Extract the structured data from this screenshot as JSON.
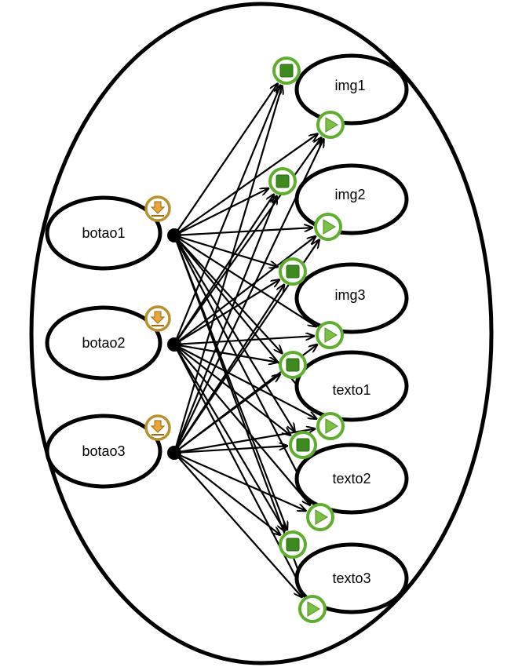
{
  "diagram": {
    "sources": [
      {
        "id": "botao1",
        "label": "botao1",
        "badge": "download-icon"
      },
      {
        "id": "botao2",
        "label": "botao2",
        "badge": "download-icon"
      },
      {
        "id": "botao3",
        "label": "botao3",
        "badge": "download-icon"
      }
    ],
    "targets": [
      {
        "id": "img1",
        "label": "img1",
        "stop_icon": "stop-icon",
        "play_icon": "play-icon"
      },
      {
        "id": "img2",
        "label": "img2",
        "stop_icon": "stop-icon",
        "play_icon": "play-icon"
      },
      {
        "id": "img3",
        "label": "img3",
        "stop_icon": "stop-icon",
        "play_icon": "play-icon"
      },
      {
        "id": "texto1",
        "label": "texto1",
        "stop_icon": "stop-icon",
        "play_icon": "play-icon"
      },
      {
        "id": "texto2",
        "label": "texto2",
        "stop_icon": "stop-icon",
        "play_icon": "play-icon"
      },
      {
        "id": "texto3",
        "label": "texto3",
        "stop_icon": "stop-icon",
        "play_icon": "play-icon"
      }
    ],
    "edge_rule": "every source connects to the stop and play ports of every target",
    "colors": {
      "stroke": "#000000",
      "badge_ring": "#b8902e",
      "badge_fill": "#e9a63a",
      "port_ring": "#5fae2e",
      "stop_fill": "#3d8a1e",
      "play_fill": "#7bc043"
    }
  }
}
